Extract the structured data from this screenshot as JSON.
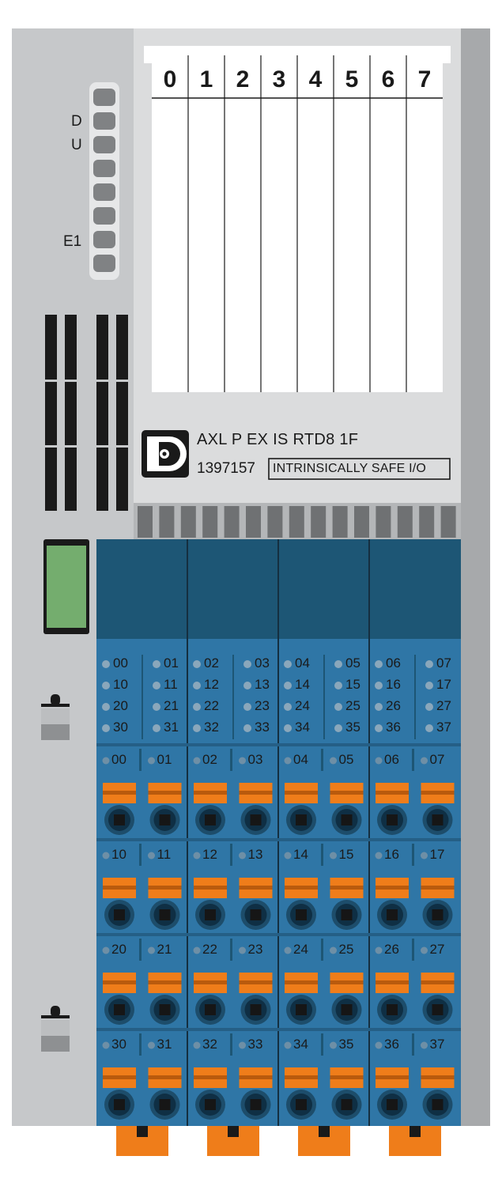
{
  "module": {
    "name": "AXL P EX IS RTD8 1F",
    "part_number": "1397157",
    "tag": "INTRINSICALLY SAFE I/O",
    "logo": "phoenix-contact-logo"
  },
  "channel_labels": [
    "0",
    "1",
    "2",
    "3",
    "4",
    "5",
    "6",
    "7"
  ],
  "leds": {
    "D": "D",
    "U": "U",
    "E1": "E1"
  },
  "terminal_rows": [
    [
      "00",
      "01",
      "02",
      "03",
      "04",
      "05",
      "06",
      "07"
    ],
    [
      "10",
      "11",
      "12",
      "13",
      "14",
      "15",
      "16",
      "17"
    ],
    [
      "20",
      "21",
      "22",
      "23",
      "24",
      "25",
      "26",
      "27"
    ],
    [
      "30",
      "31",
      "32",
      "33",
      "34",
      "35",
      "36",
      "37"
    ]
  ],
  "colors": {
    "housing": "#c6c8ca",
    "housing_dark": "#a7a9ab",
    "terminal_blue": "#2f76a6",
    "terminal_dark_blue": "#1d5675",
    "spring_orange": "#ef7d1a",
    "status_green": "#74ad6e"
  }
}
